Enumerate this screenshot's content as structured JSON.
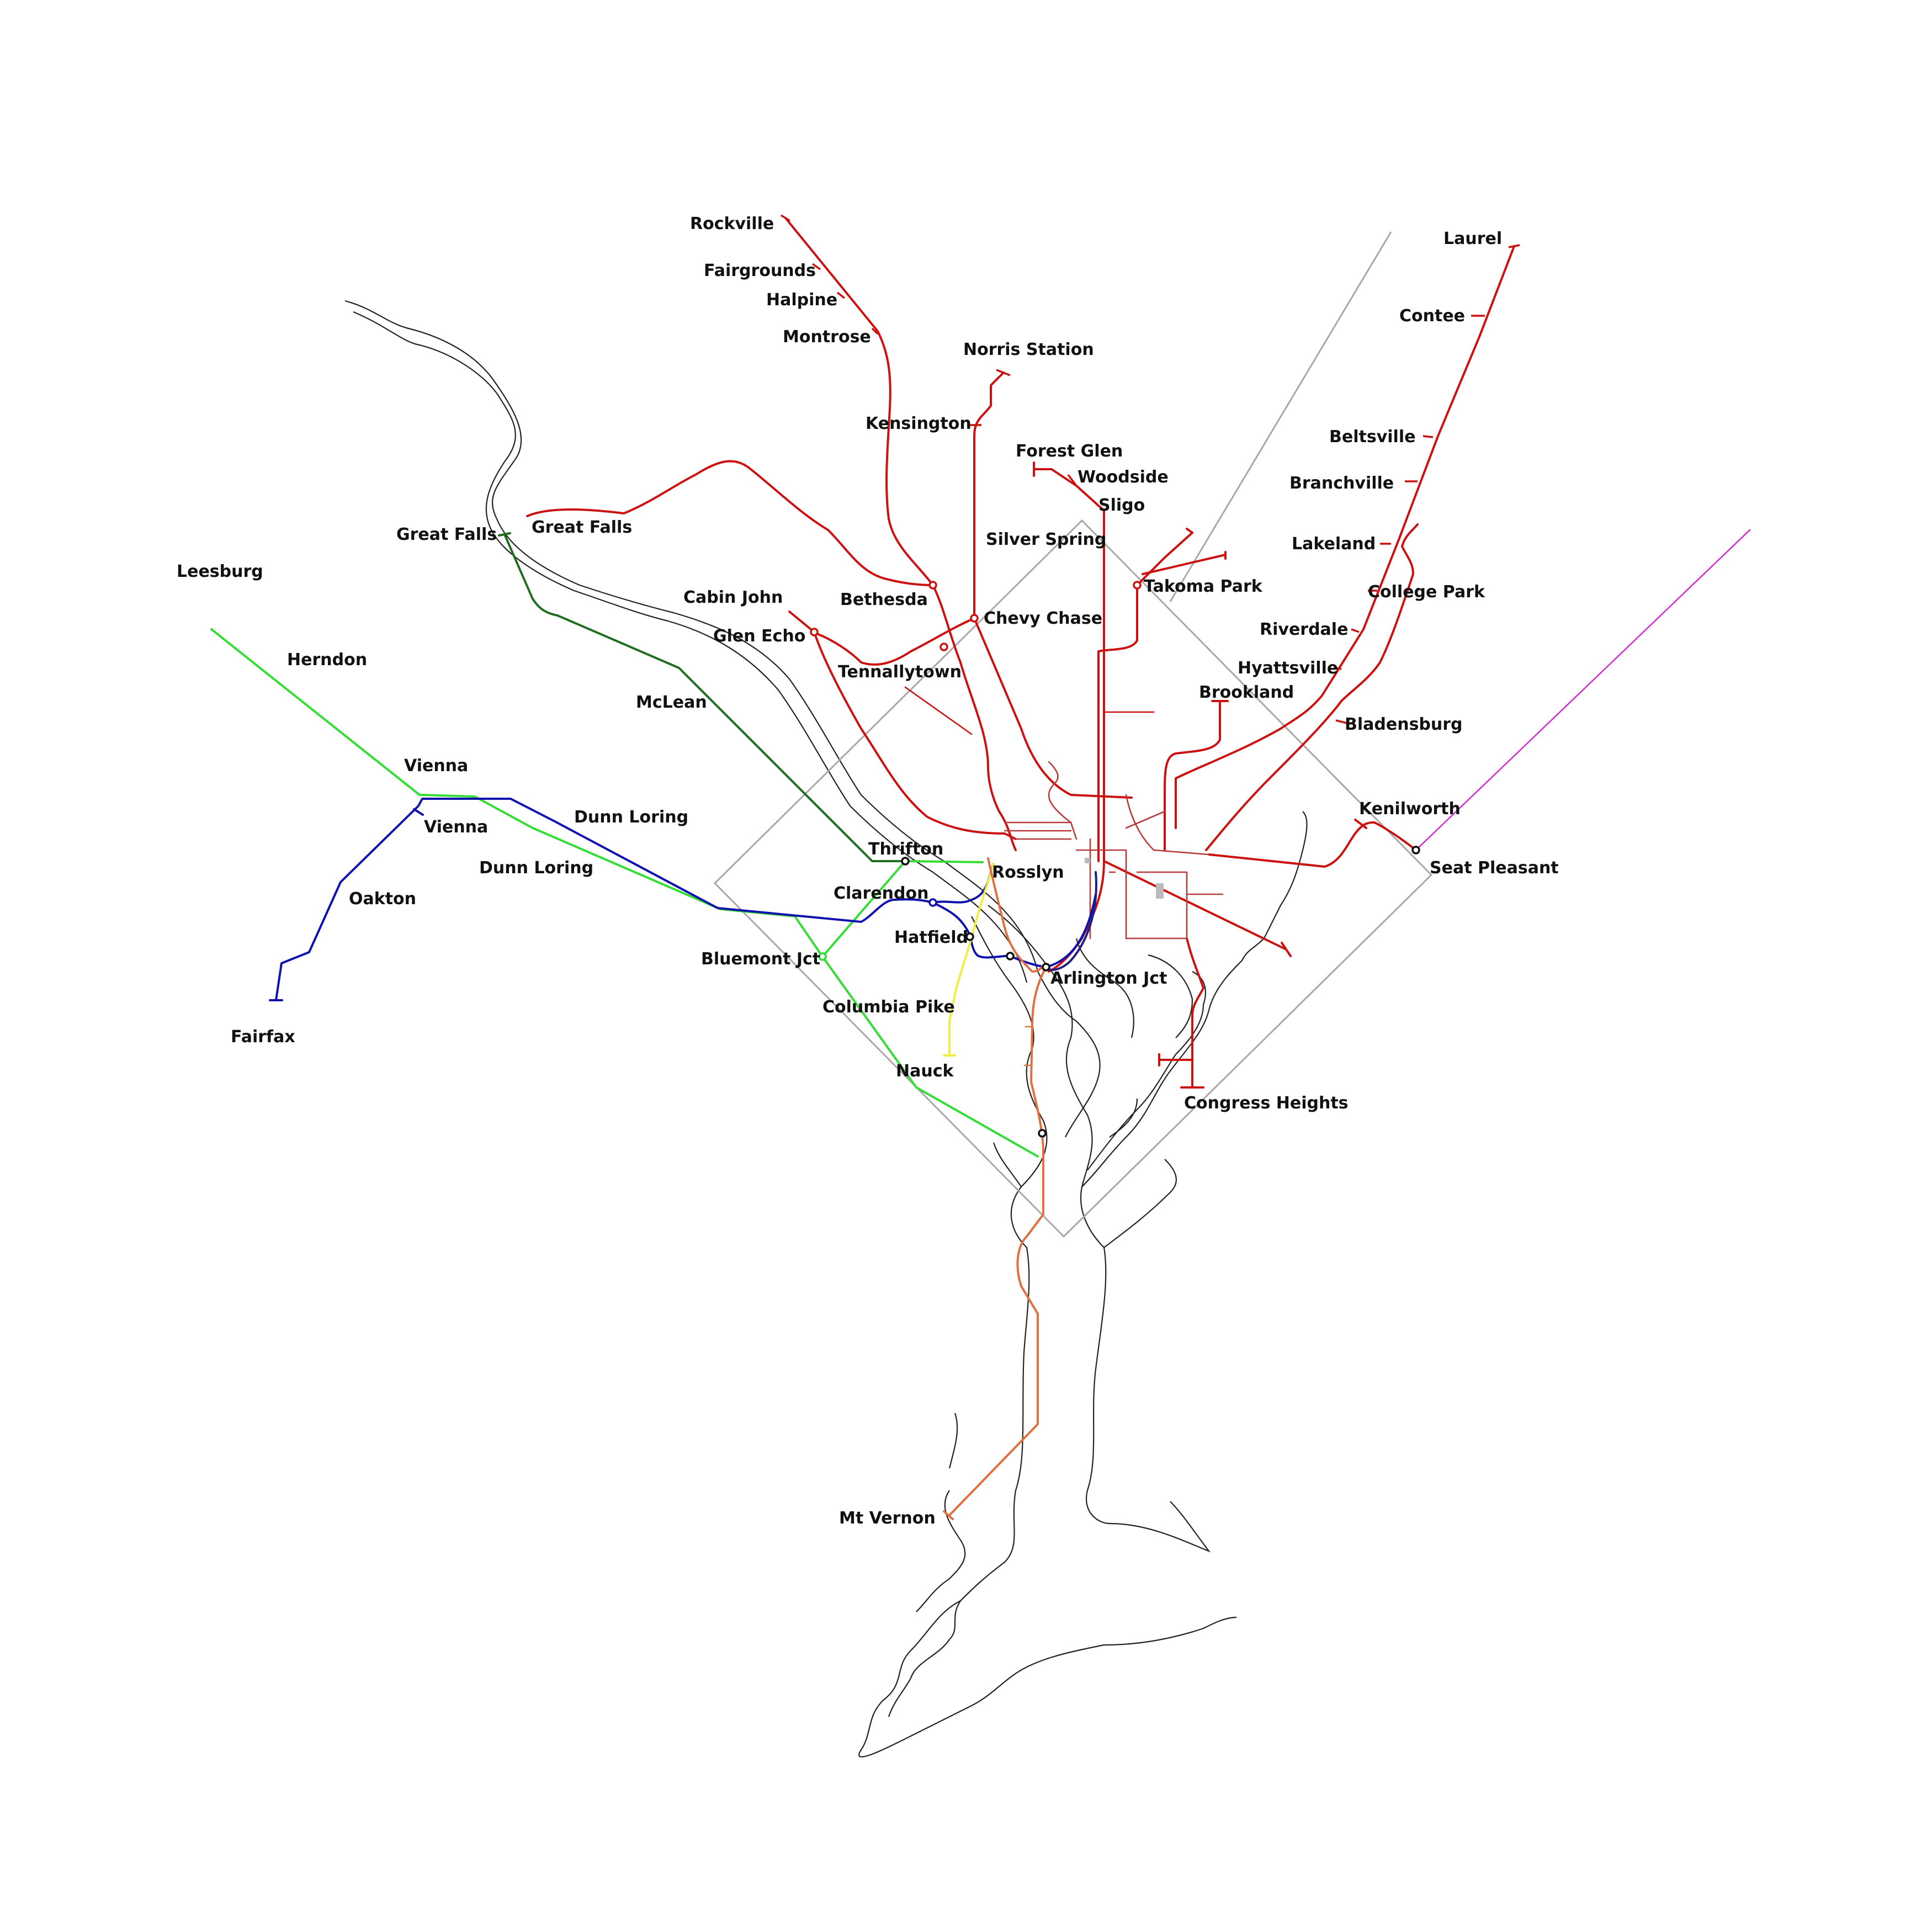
{
  "colors": {
    "red": "#cc1111",
    "dark_red": "#b83a3a",
    "dark_green": "#1f6e1f",
    "green": "#33dd33",
    "blue": "#1111b0",
    "yellow": "#eeee44",
    "orange": "#e07040",
    "magenta": "#d030d0",
    "boundary": "#a8a8a8",
    "river": "#222222"
  },
  "stations": [
    {
      "key": "rockville",
      "name": "Rockville"
    },
    {
      "key": "fairgrounds",
      "name": "Fairgrounds"
    },
    {
      "key": "halpine",
      "name": "Halpine"
    },
    {
      "key": "montrose",
      "name": "Montrose"
    },
    {
      "key": "norris",
      "name": "Norris Station"
    },
    {
      "key": "kensington",
      "name": "Kensington"
    },
    {
      "key": "forest_glen",
      "name": "Forest Glen"
    },
    {
      "key": "woodside",
      "name": "Woodside"
    },
    {
      "key": "sligo",
      "name": "Sligo"
    },
    {
      "key": "silver_spring",
      "name": "Silver Spring"
    },
    {
      "key": "takoma_park",
      "name": "Takoma Park"
    },
    {
      "key": "great_falls_md",
      "name": "Great Falls"
    },
    {
      "key": "great_falls_va",
      "name": "Great Falls"
    },
    {
      "key": "leesburg",
      "name": "Leesburg"
    },
    {
      "key": "cabin_john",
      "name": "Cabin John"
    },
    {
      "key": "bethesda",
      "name": "Bethesda"
    },
    {
      "key": "chevy_chase",
      "name": "Chevy Chase"
    },
    {
      "key": "glen_echo",
      "name": "Glen Echo"
    },
    {
      "key": "tennallytown",
      "name": "Tennallytown"
    },
    {
      "key": "herndon",
      "name": "Herndon"
    },
    {
      "key": "mclean",
      "name": "McLean"
    },
    {
      "key": "vienna_1",
      "name": "Vienna"
    },
    {
      "key": "vienna_2",
      "name": "Vienna"
    },
    {
      "key": "dunn_loring_1",
      "name": "Dunn Loring"
    },
    {
      "key": "dunn_loring_2",
      "name": "Dunn Loring"
    },
    {
      "key": "oakton",
      "name": "Oakton"
    },
    {
      "key": "fairfax",
      "name": "Fairfax"
    },
    {
      "key": "thrifton",
      "name": "Thrifton"
    },
    {
      "key": "rosslyn",
      "name": "Rosslyn"
    },
    {
      "key": "clarendon",
      "name": "Clarendon"
    },
    {
      "key": "hatfield",
      "name": "Hatfield"
    },
    {
      "key": "bluemont_jct",
      "name": "Bluemont Jct"
    },
    {
      "key": "arlington_jct",
      "name": "Arlington Jct"
    },
    {
      "key": "columbia_pike",
      "name": "Columbia Pike"
    },
    {
      "key": "nauck",
      "name": "Nauck"
    },
    {
      "key": "mt_vernon",
      "name": "Mt Vernon"
    },
    {
      "key": "laurel",
      "name": "Laurel"
    },
    {
      "key": "contee",
      "name": "Contee"
    },
    {
      "key": "beltsville",
      "name": "Beltsville"
    },
    {
      "key": "branchville",
      "name": "Branchville"
    },
    {
      "key": "lakeland",
      "name": "Lakeland"
    },
    {
      "key": "college_park",
      "name": "College Park"
    },
    {
      "key": "riverdale",
      "name": "Riverdale"
    },
    {
      "key": "hyattsville",
      "name": "Hyattsville"
    },
    {
      "key": "brookland",
      "name": "Brookland"
    },
    {
      "key": "bladensburg",
      "name": "Bladensburg"
    },
    {
      "key": "kenilworth",
      "name": "Kenilworth"
    },
    {
      "key": "seat_pleasant",
      "name": "Seat Pleasant"
    },
    {
      "key": "congress_heights",
      "name": "Congress Heights"
    }
  ]
}
